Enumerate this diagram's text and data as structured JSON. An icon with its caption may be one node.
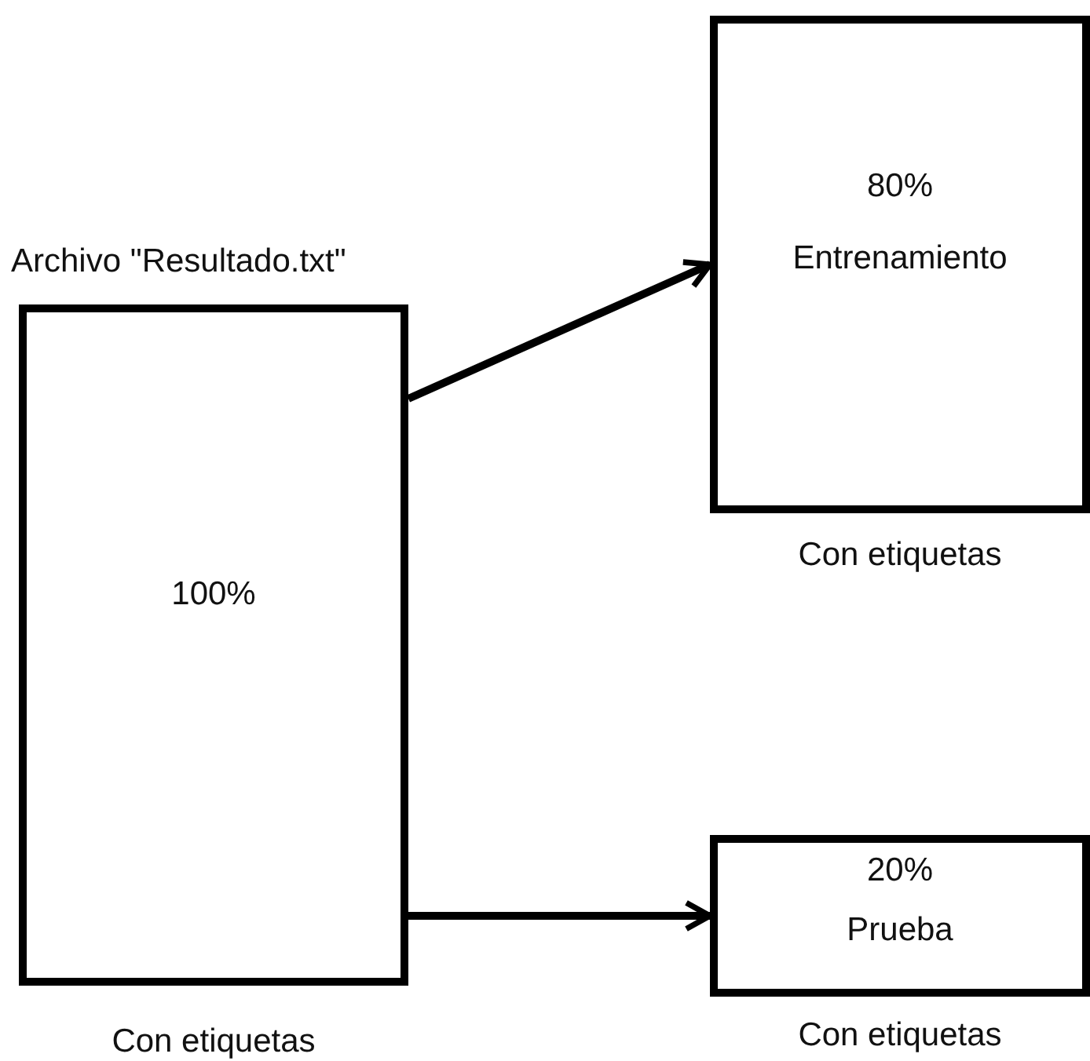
{
  "diagram": {
    "nodes": [
      {
        "text": [
          "Archivo \"Resultado.txt\"",
          "100%"
        ],
        "beside": [
          "Con etiquetas"
        ]
      },
      {
        "text": [
          "80%",
          "Entrenamiento"
        ],
        "beside": [
          "Con etiquetas"
        ]
      },
      {
        "text": [
          "20%",
          "Prueba"
        ],
        "beside": [
          "Con etiquetas"
        ]
      }
    ],
    "edges": [
      {
        "from": 0,
        "to": 1,
        "arrow": "to"
      },
      {
        "from": 0,
        "to": 2,
        "arrow": "to"
      }
    ]
  }
}
